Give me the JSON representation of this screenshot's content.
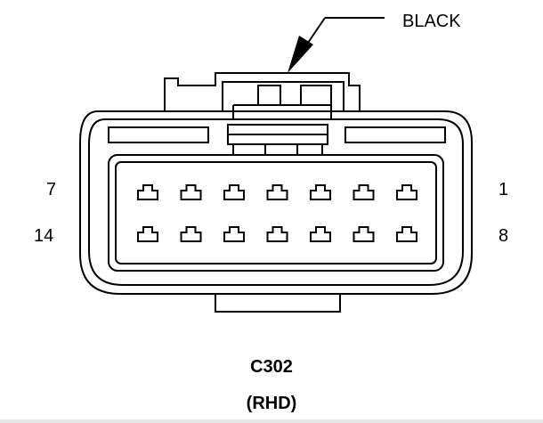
{
  "callout": {
    "color_label": "BLACK"
  },
  "pin_labels": {
    "top_left": "7",
    "top_right": "1",
    "bottom_left": "14",
    "bottom_right": "8"
  },
  "title": {
    "connector_id": "C302",
    "variant": "(RHD)"
  },
  "terminals": {
    "rows": 2,
    "per_row": 7
  },
  "colors": {
    "line": "#000000",
    "background": "#ffffff"
  }
}
